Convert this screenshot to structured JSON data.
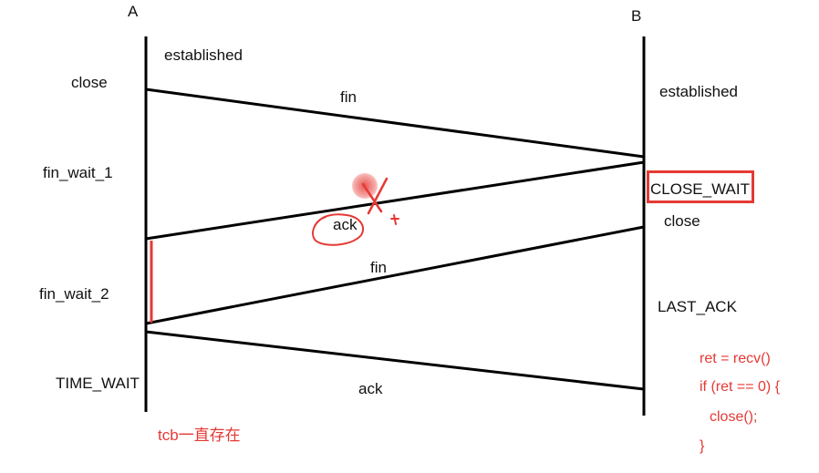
{
  "hosts": {
    "a": "A",
    "b": "B"
  },
  "left_states": {
    "established": "established",
    "close": "close",
    "fin_wait_1": "fin_wait_1",
    "fin_wait_2": "fin_wait_2",
    "time_wait": "TIME_WAIT"
  },
  "right_states": {
    "established": "established",
    "close_wait": "CLOSE_WAIT",
    "close": "close",
    "last_ack": "LAST_ACK"
  },
  "messages": {
    "fin_1": "fin",
    "ack_1": "ack",
    "fin_2": "fin",
    "ack_2": "ack"
  },
  "annotations": {
    "tcb_note": "tcb一直存在",
    "code_lines": [
      "ret = recv()",
      "if (ret == 0) {",
      "close();",
      "}"
    ],
    "accent_color": "#e53935"
  }
}
